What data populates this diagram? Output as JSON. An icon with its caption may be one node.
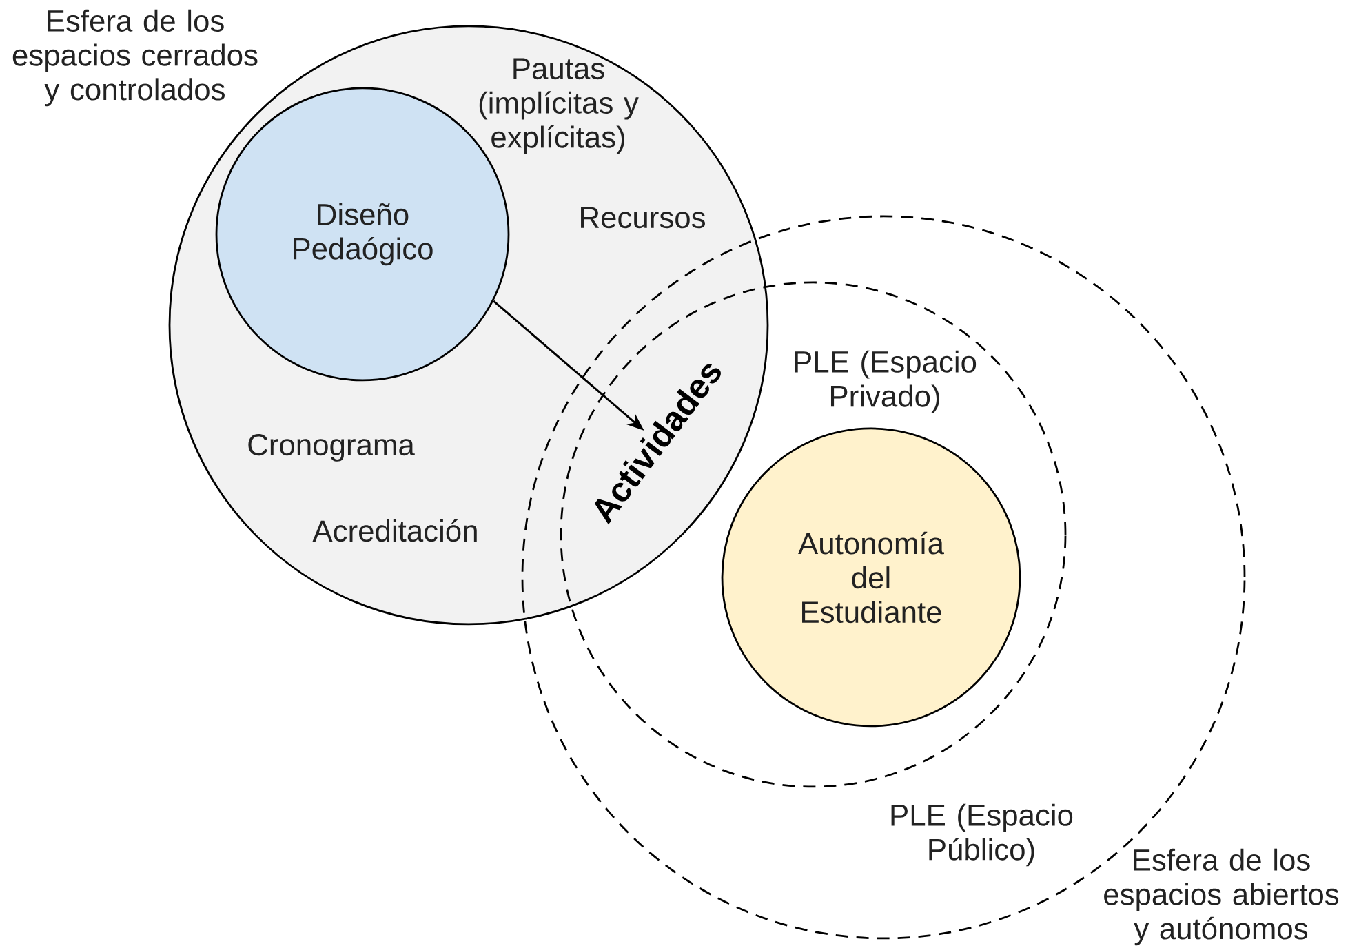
{
  "diagram": {
    "nodes": [
      {
        "text": [
          "Esfera de los espacios cerrados y controlados",
          "Pautas (implícitas y explícitas)",
          "Recursos",
          "Cronograma",
          "Acreditación"
        ]
      },
      {
        "text": [
          "Diseño Pedaógico"
        ],
        "in": 0
      },
      {
        "text": [
          "Esfera de los espacios abiertos y autónomos",
          "PLE (Espacio Público)"
        ]
      },
      {
        "text": [
          "PLE (Espacio Privado)"
        ],
        "in": 2
      },
      {
        "text": [
          "Autonomía del Estudiante"
        ],
        "in": 3
      },
      {
        "text": [
          "Actividades"
        ]
      }
    ],
    "edges": [
      {
        "from": 1,
        "to": 5,
        "arrow": "to"
      }
    ]
  }
}
